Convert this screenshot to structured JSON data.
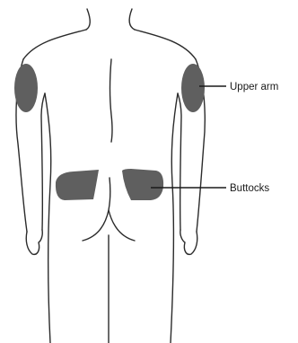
{
  "diagram": {
    "subject": "back view of human torso",
    "fill_color": "#5f5f5f",
    "line_color": "#2b2b2b",
    "callouts": [
      {
        "id": "upper-arm",
        "label": "Upper arm"
      },
      {
        "id": "buttocks",
        "label": "Buttocks"
      }
    ]
  }
}
